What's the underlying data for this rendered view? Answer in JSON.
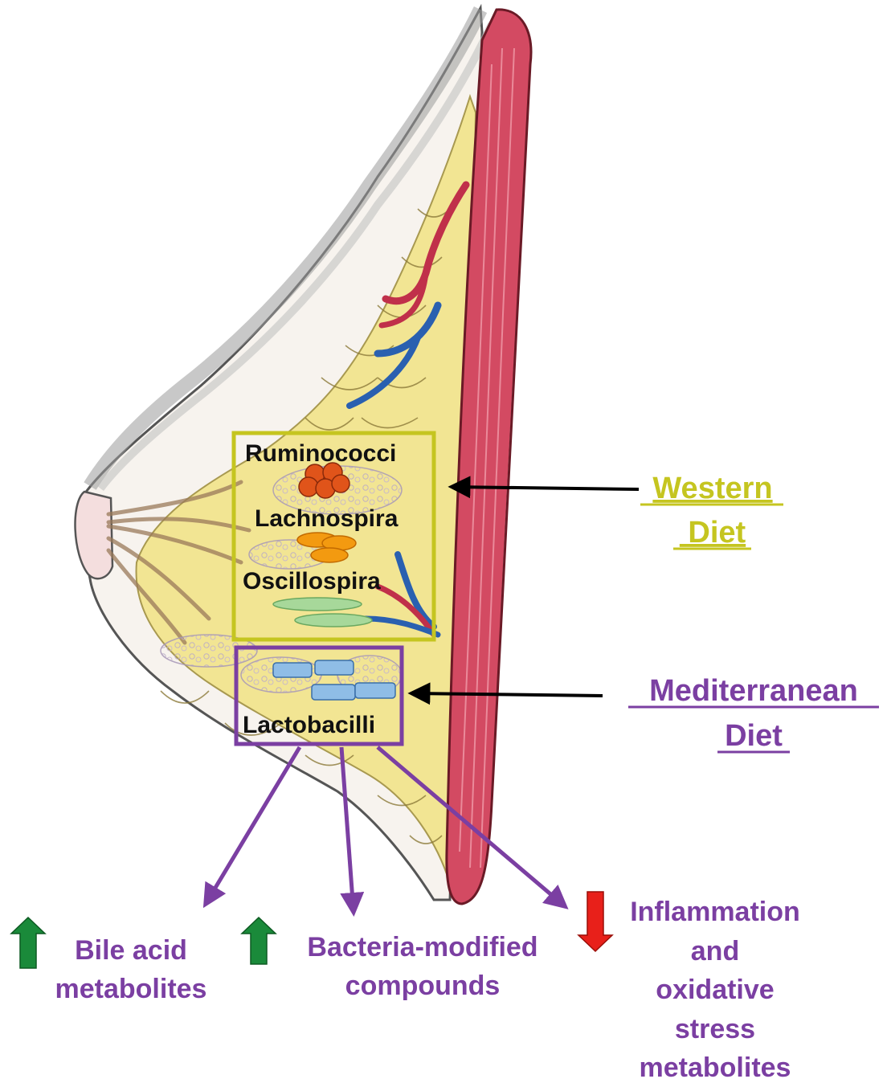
{
  "bacteria": {
    "ruminococci": "Ruminococci",
    "lachnospira": "Lachnospira",
    "oscillospira": "Oscillospira",
    "lactobacilli": "Lactobacilli"
  },
  "diets": {
    "western_line1": "Western",
    "western_line2": " Diet",
    "mediterranean_line1": "Mediterranean",
    "mediterranean_line2": "Diet"
  },
  "outcomes": {
    "bile_line1": "Bile acid",
    "bile_line2": "metabolites",
    "bacteria_line1": "Bacteria-modified",
    "bacteria_line2": "compounds",
    "inflammation_lines": [
      "Inflammation",
      "and",
      "oxidative",
      "stress",
      "metabolites"
    ]
  },
  "colors": {
    "western": "#c5c520",
    "mediterranean": "#7b3fa2",
    "up_arrow": "#1a8a3a",
    "down_arrow": "#e8201a",
    "muscle": "#c83a52",
    "vein": "#2a60b0",
    "fat": "#f2e48a",
    "ruminococci": "#e0541a",
    "lachnospira": "#f39a10",
    "oscillospira": "#a7d89a",
    "lactobacilli": "#8fbde6"
  }
}
